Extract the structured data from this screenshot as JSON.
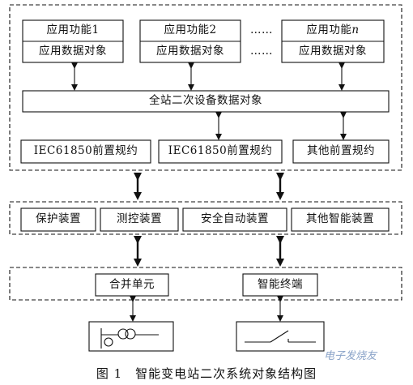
{
  "app": {
    "function_1": "应用功能1",
    "function_2": "应用功能2",
    "function_n_prefix": "应用功能",
    "function_n_var": "n",
    "data_object": "应用数据对象",
    "ellipsis": "……"
  },
  "station": {
    "data_object": "全站二次设备数据对象",
    "iec_1": "IEC61850前置规约",
    "iec_2": "IEC61850前置规约",
    "other": "其他前置规约"
  },
  "devices": {
    "protection": "保护装置",
    "measure_control": "测控装置",
    "safety_auto": "安全自动装置",
    "other_intelligent": "其他智能装置"
  },
  "process": {
    "merging_unit": "合并单元",
    "smart_terminal": "智能终端"
  },
  "caption": "图 1　智能变电站二次系统对象结构图",
  "watermark": "电子发烧友"
}
